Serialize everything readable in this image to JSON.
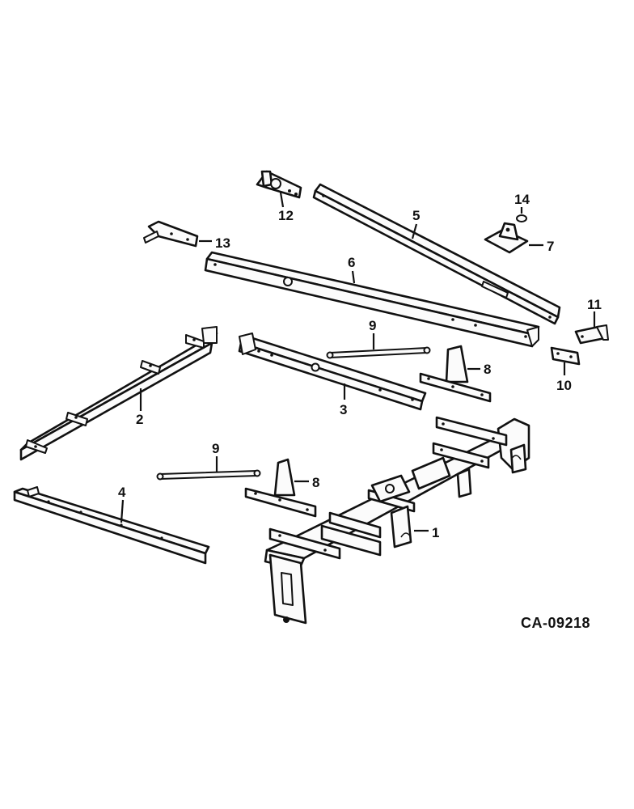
{
  "drawing": {
    "id": "CA-09218",
    "callouts": {
      "c1": "1",
      "c2": "2",
      "c3": "3",
      "c4": "4",
      "c5": "5",
      "c6": "6",
      "c7": "7",
      "c8a": "8",
      "c8b": "8",
      "c9a": "9",
      "c9b": "9",
      "c10": "10",
      "c11": "11",
      "c12": "12",
      "c13": "13",
      "c14": "14"
    }
  }
}
